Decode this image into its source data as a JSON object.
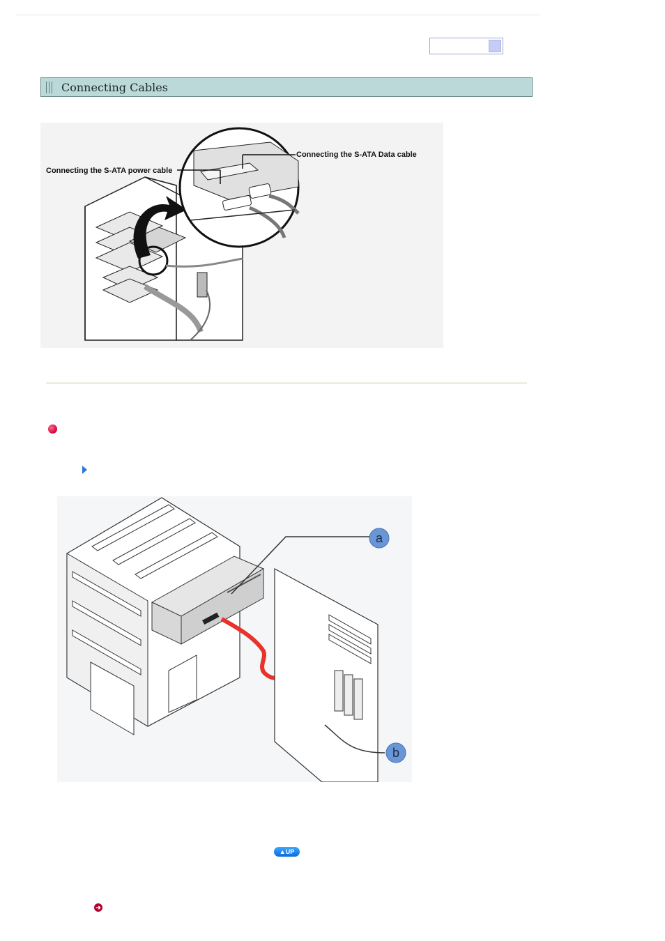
{
  "header": {
    "section_title": "Connecting Cables"
  },
  "figure1": {
    "label_power": "Connecting the S-ATA power cable",
    "label_data": "Connecting the S-ATA Data cable"
  },
  "figure2": {
    "callout_a": "a",
    "callout_b": "b"
  },
  "footer": {
    "up_label": "▲UP",
    "next_icon_glyph": "➜"
  },
  "icons": {
    "nav": "nav-box-icon",
    "bullet": "red-bullet-icon",
    "arrow": "blue-arrow-icon",
    "up": "up-icon",
    "next": "next-icon"
  },
  "colors": {
    "title_bar_bg": "#bcd9d9",
    "bullet": "#d3003a",
    "arrow": "#2b79d6",
    "up_button": "#0a6bdc",
    "cable": "#e8322b",
    "callout": "#6a96d6"
  }
}
